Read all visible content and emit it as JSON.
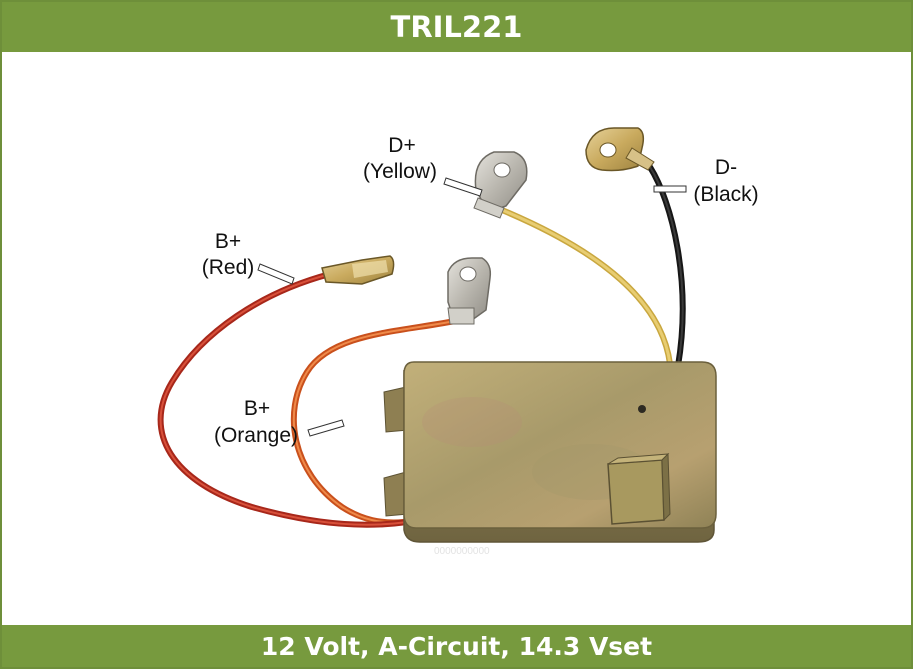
{
  "header": {
    "title": "TRIL221"
  },
  "footer": {
    "caption": "12 Volt, A-Circuit, 14.3 Vset"
  },
  "wires": {
    "d_plus": {
      "terminal": "D+",
      "color": "(Yellow)",
      "wire_hex": "#e2c255"
    },
    "d_minus": {
      "terminal": "D-",
      "color": "(Black)",
      "wire_hex": "#1e1e1e"
    },
    "b_plus_red": {
      "terminal": "B+",
      "color": "(Red)",
      "wire_hex": "#c43a22"
    },
    "b_plus_orange": {
      "terminal": "B+",
      "color": "(Orange)",
      "wire_hex": "#e06a2c"
    }
  },
  "colors": {
    "banner": "#779a3e",
    "banner_text": "#ffffff"
  }
}
